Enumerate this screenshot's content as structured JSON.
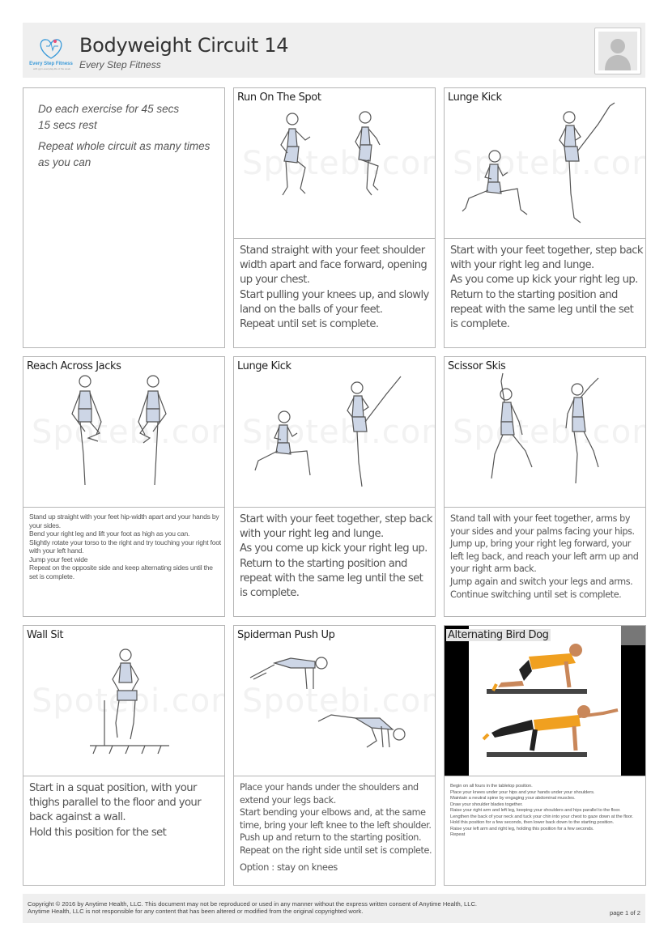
{
  "header": {
    "logo_text": "Every Step Fitness",
    "logo_tagline": "with gym-everyday-life of the week",
    "title": "Bodyweight Circuit 14",
    "subtitle": "Every Step Fitness"
  },
  "intro": {
    "line1": "Do each exercise for 45 secs\n15 secs rest",
    "line2": "Repeat whole circuit as many times\nas you can"
  },
  "watermark": "Spotebi.com",
  "exercises": [
    {
      "name": "Run On The Spot",
      "description": "Stand straight with your feet shoulder width apart and face forward, opening up your chest.\nStart pulling your knees up, and slowly land on the balls of your feet.\nRepeat until set is complete."
    },
    {
      "name": "Lunge Kick",
      "description": "Start with your feet together, step back with your right leg and lunge.\nAs you come up kick your right leg up.\nReturn to the starting position and repeat with the same leg until the set is complete."
    },
    {
      "name": "Reach Across Jacks",
      "description": "Stand up straight with your feet hip-width apart and your hands by your sides.\nBend your right leg and lift your foot as high as you can.\nSlightly rotate your torso to the right and try touching your right foot with your left hand.\nJump your feet wide\nRepeat on the opposite side and keep alternating sides until the set is complete."
    },
    {
      "name": "Lunge Kick",
      "description": "Start with your feet together, step back with your right leg and lunge.\nAs you come up kick your right leg up.\nReturn to the starting position and repeat with the same leg until the set is complete."
    },
    {
      "name": "Scissor Skis",
      "description": "Stand tall with your feet together, arms by your sides and your palms facing your hips.\nJump up, bring your right leg forward, your left leg back, and reach your left arm up and your right arm back.\nJump again and switch your legs and arms.\nContinue switching until set is complete."
    },
    {
      "name": "Wall Sit",
      "description": "Start in a squat position, with your thighs parallel to the floor and your back against a wall.\nHold this position for the set"
    },
    {
      "name": "Spiderman Push Up",
      "description": "Place your hands under the shoulders and extend your legs back.\nStart bending your elbows and, at the same time, bring your left knee to the left shoulder.\nPush up and return to the starting position.\nRepeat on the right side until set is complete.",
      "option": "Option : stay on knees"
    },
    {
      "name": "Alternating Bird Dog",
      "description": "Begin on all fours in the tabletop position.\nPlace your knees under your hips and your hands under your shoulders.\nMaintain a neutral spine by engaging your abdominal muscles.\nDraw your shoulder blades together.\nRaise your right arm and left leg, keeping your shoulders and hips parallel to the floor.\nLengthen the back of your neck and tuck your chin into your chest to gaze down at the floor.\nHold this position for a few seconds, then lower back down to the starting position.\nRaise your left arm and right leg, holding this position for a few seconds.\nRepeat"
    }
  ],
  "footer": {
    "copyright": "Copyright © 2016 by Anytime Health, LLC. This document may not be reproduced or used in any manner without the express written consent of Anytime Health, LLC.",
    "disclaimer": "Anytime Health, LLC is not responsible for any content that has been altered or modified from the original copyrighted work.",
    "page": "page 1 of 2"
  },
  "colors": {
    "header_bg": "#efefef",
    "logo_blue": "#3a9ad9",
    "shirt_orange": "#f0a020",
    "border": "#b5b5b5"
  }
}
